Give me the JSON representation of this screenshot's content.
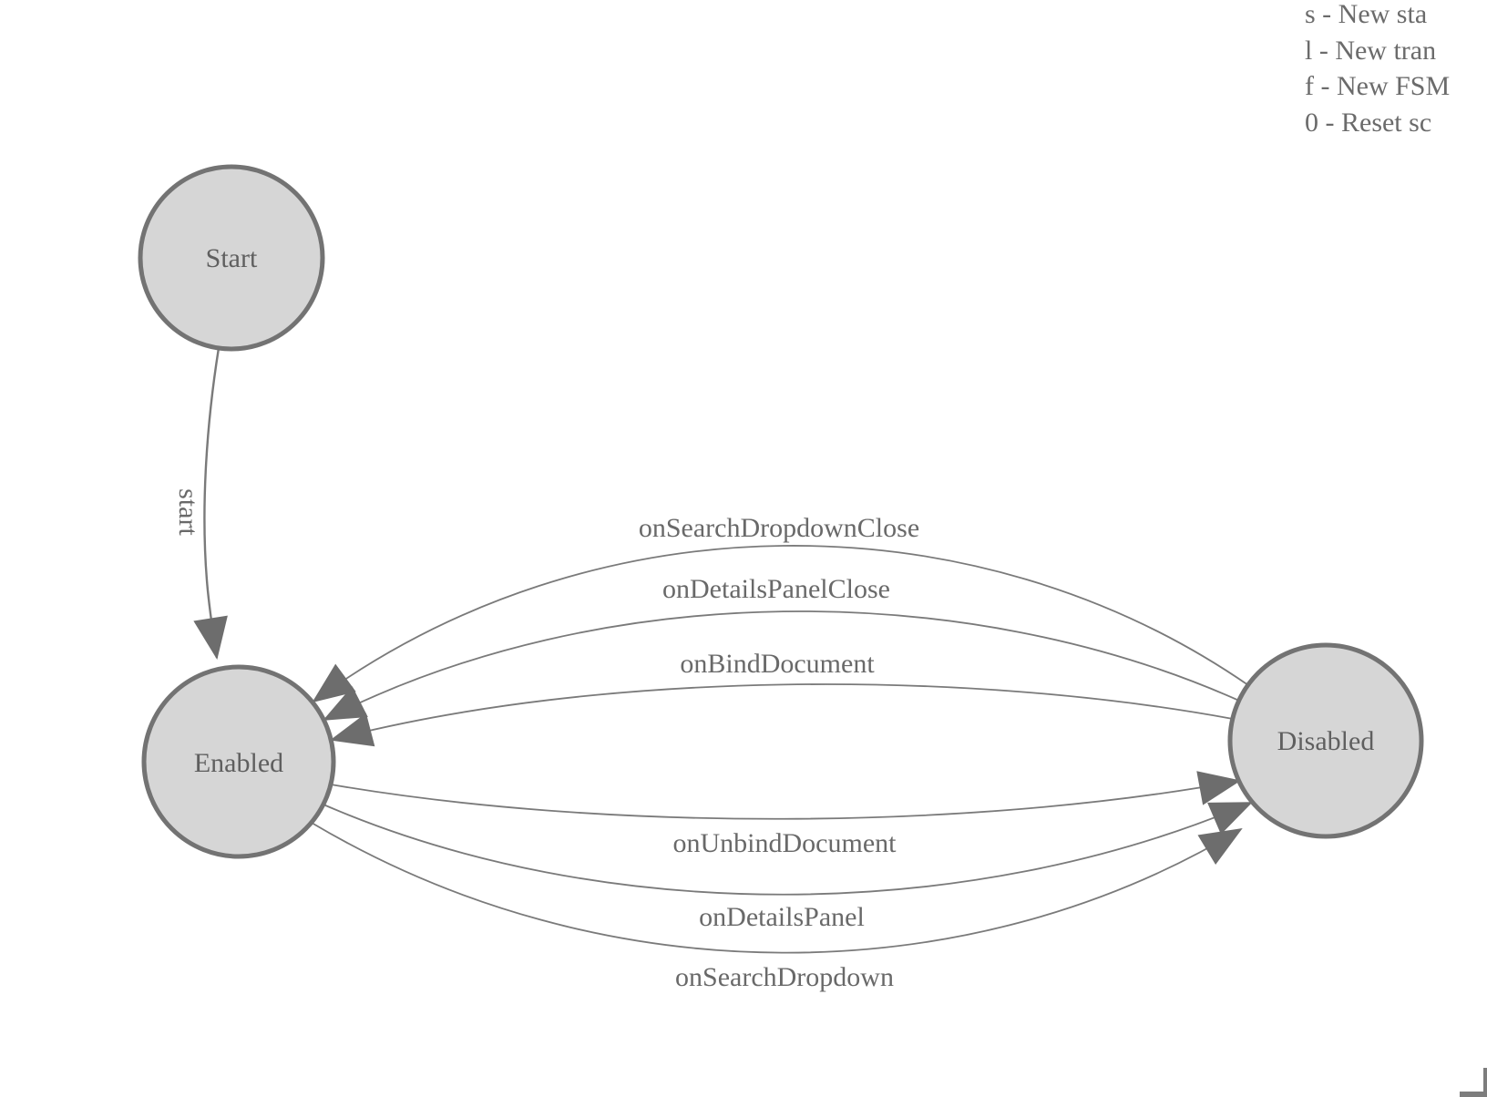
{
  "legend": {
    "items": [
      "s - New sta",
      "l - New tran",
      "f - New FSM",
      "0 - Reset sc"
    ]
  },
  "diagram": {
    "states": [
      {
        "id": "start",
        "label": "Start"
      },
      {
        "id": "enabled",
        "label": "Enabled"
      },
      {
        "id": "disabled",
        "label": "Disabled"
      }
    ],
    "transitions": [
      {
        "label": "start",
        "from": "start",
        "to": "enabled"
      },
      {
        "label": "onSearchDropdownClose",
        "from": "disabled",
        "to": "enabled"
      },
      {
        "label": "onDetailsPanelClose",
        "from": "disabled",
        "to": "enabled"
      },
      {
        "label": "onBindDocument",
        "from": "disabled",
        "to": "enabled"
      },
      {
        "label": "onUnbindDocument",
        "from": "enabled",
        "to": "disabled"
      },
      {
        "label": "onDetailsPanel",
        "from": "enabled",
        "to": "disabled"
      },
      {
        "label": "onSearchDropdown",
        "from": "enabled",
        "to": "disabled"
      }
    ]
  },
  "colors": {
    "canvas_bg": "#ffffff",
    "node_fill": "#d6d6d6",
    "node_stroke": "#737373",
    "node_text": "#5f5f5f",
    "edge_line": "#7a7a7a",
    "arrowhead": "#6d6d6d",
    "edge_text": "#696969",
    "legend_text": "#6b6b6b",
    "corner": "#7d7d7d"
  }
}
